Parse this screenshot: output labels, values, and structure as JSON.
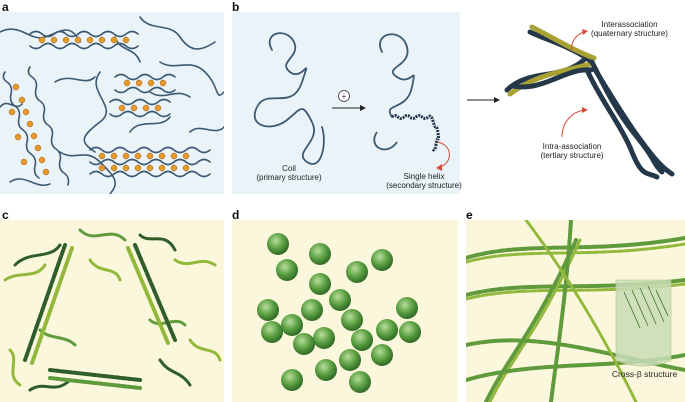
{
  "panels": {
    "a": {
      "letter": "a"
    },
    "b": {
      "letter": "b",
      "coil_label_1": "Coil",
      "coil_label_2": "(primary structure)",
      "helix_label_1": "Single helix",
      "helix_label_2": "(secondary structure)",
      "inter_label_1": "Interassociation",
      "inter_label_2": "(quaternary structure)",
      "intra_label_1": "Intra-association",
      "intra_label_2": "(tertiary structure)",
      "plus_symbol": "+"
    },
    "c": {
      "letter": "c"
    },
    "d": {
      "letter": "d"
    },
    "e": {
      "letter": "e",
      "cross_beta_label": "Cross-β structure"
    }
  },
  "colors": {
    "panel_bg_blue": "#eaf3f8",
    "panel_bg_yellow": "#fbf7dc",
    "chain_blue": "#3d5a72",
    "helix_dark": "#24384a",
    "helix_olive": "#a7a233",
    "dot_orange": "#e39a2a",
    "green_dark": "#2f5e2a",
    "green_mid": "#5f9a3c",
    "green_light": "#93b93c",
    "sphere_green": "#5ca143",
    "arrow_red": "#d94a3a"
  }
}
